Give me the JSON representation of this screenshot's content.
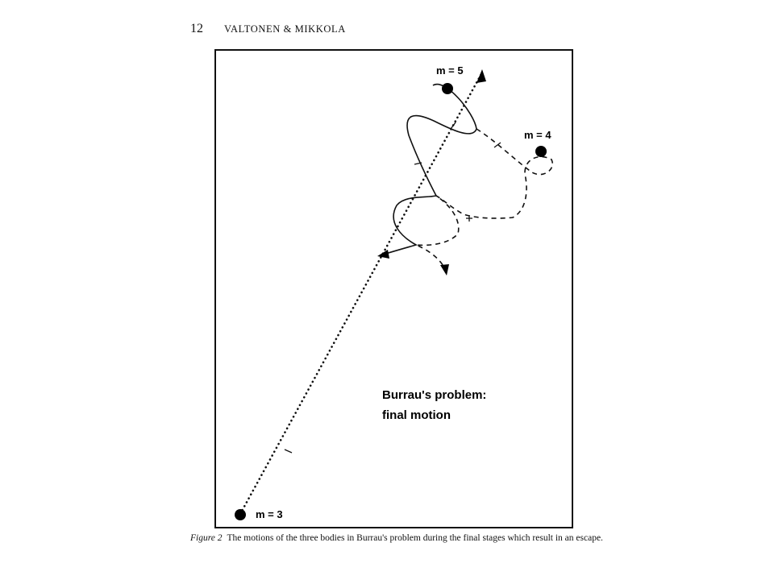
{
  "header": {
    "page_number": "12",
    "authors": "VALTONEN & MIKKOLA"
  },
  "figure": {
    "labels": {
      "m5": "m = 5",
      "m4": "m = 4",
      "m3": "m = 3"
    },
    "title_lines": [
      "Burrau's problem:",
      "final motion"
    ],
    "line_styles": {
      "m3": "dotted",
      "m4": "dashed",
      "m5": "solid"
    }
  },
  "caption": {
    "label": "Figure 2",
    "text": "The motions of the three bodies in Burrau's problem during the final stages which result in an escape."
  }
}
